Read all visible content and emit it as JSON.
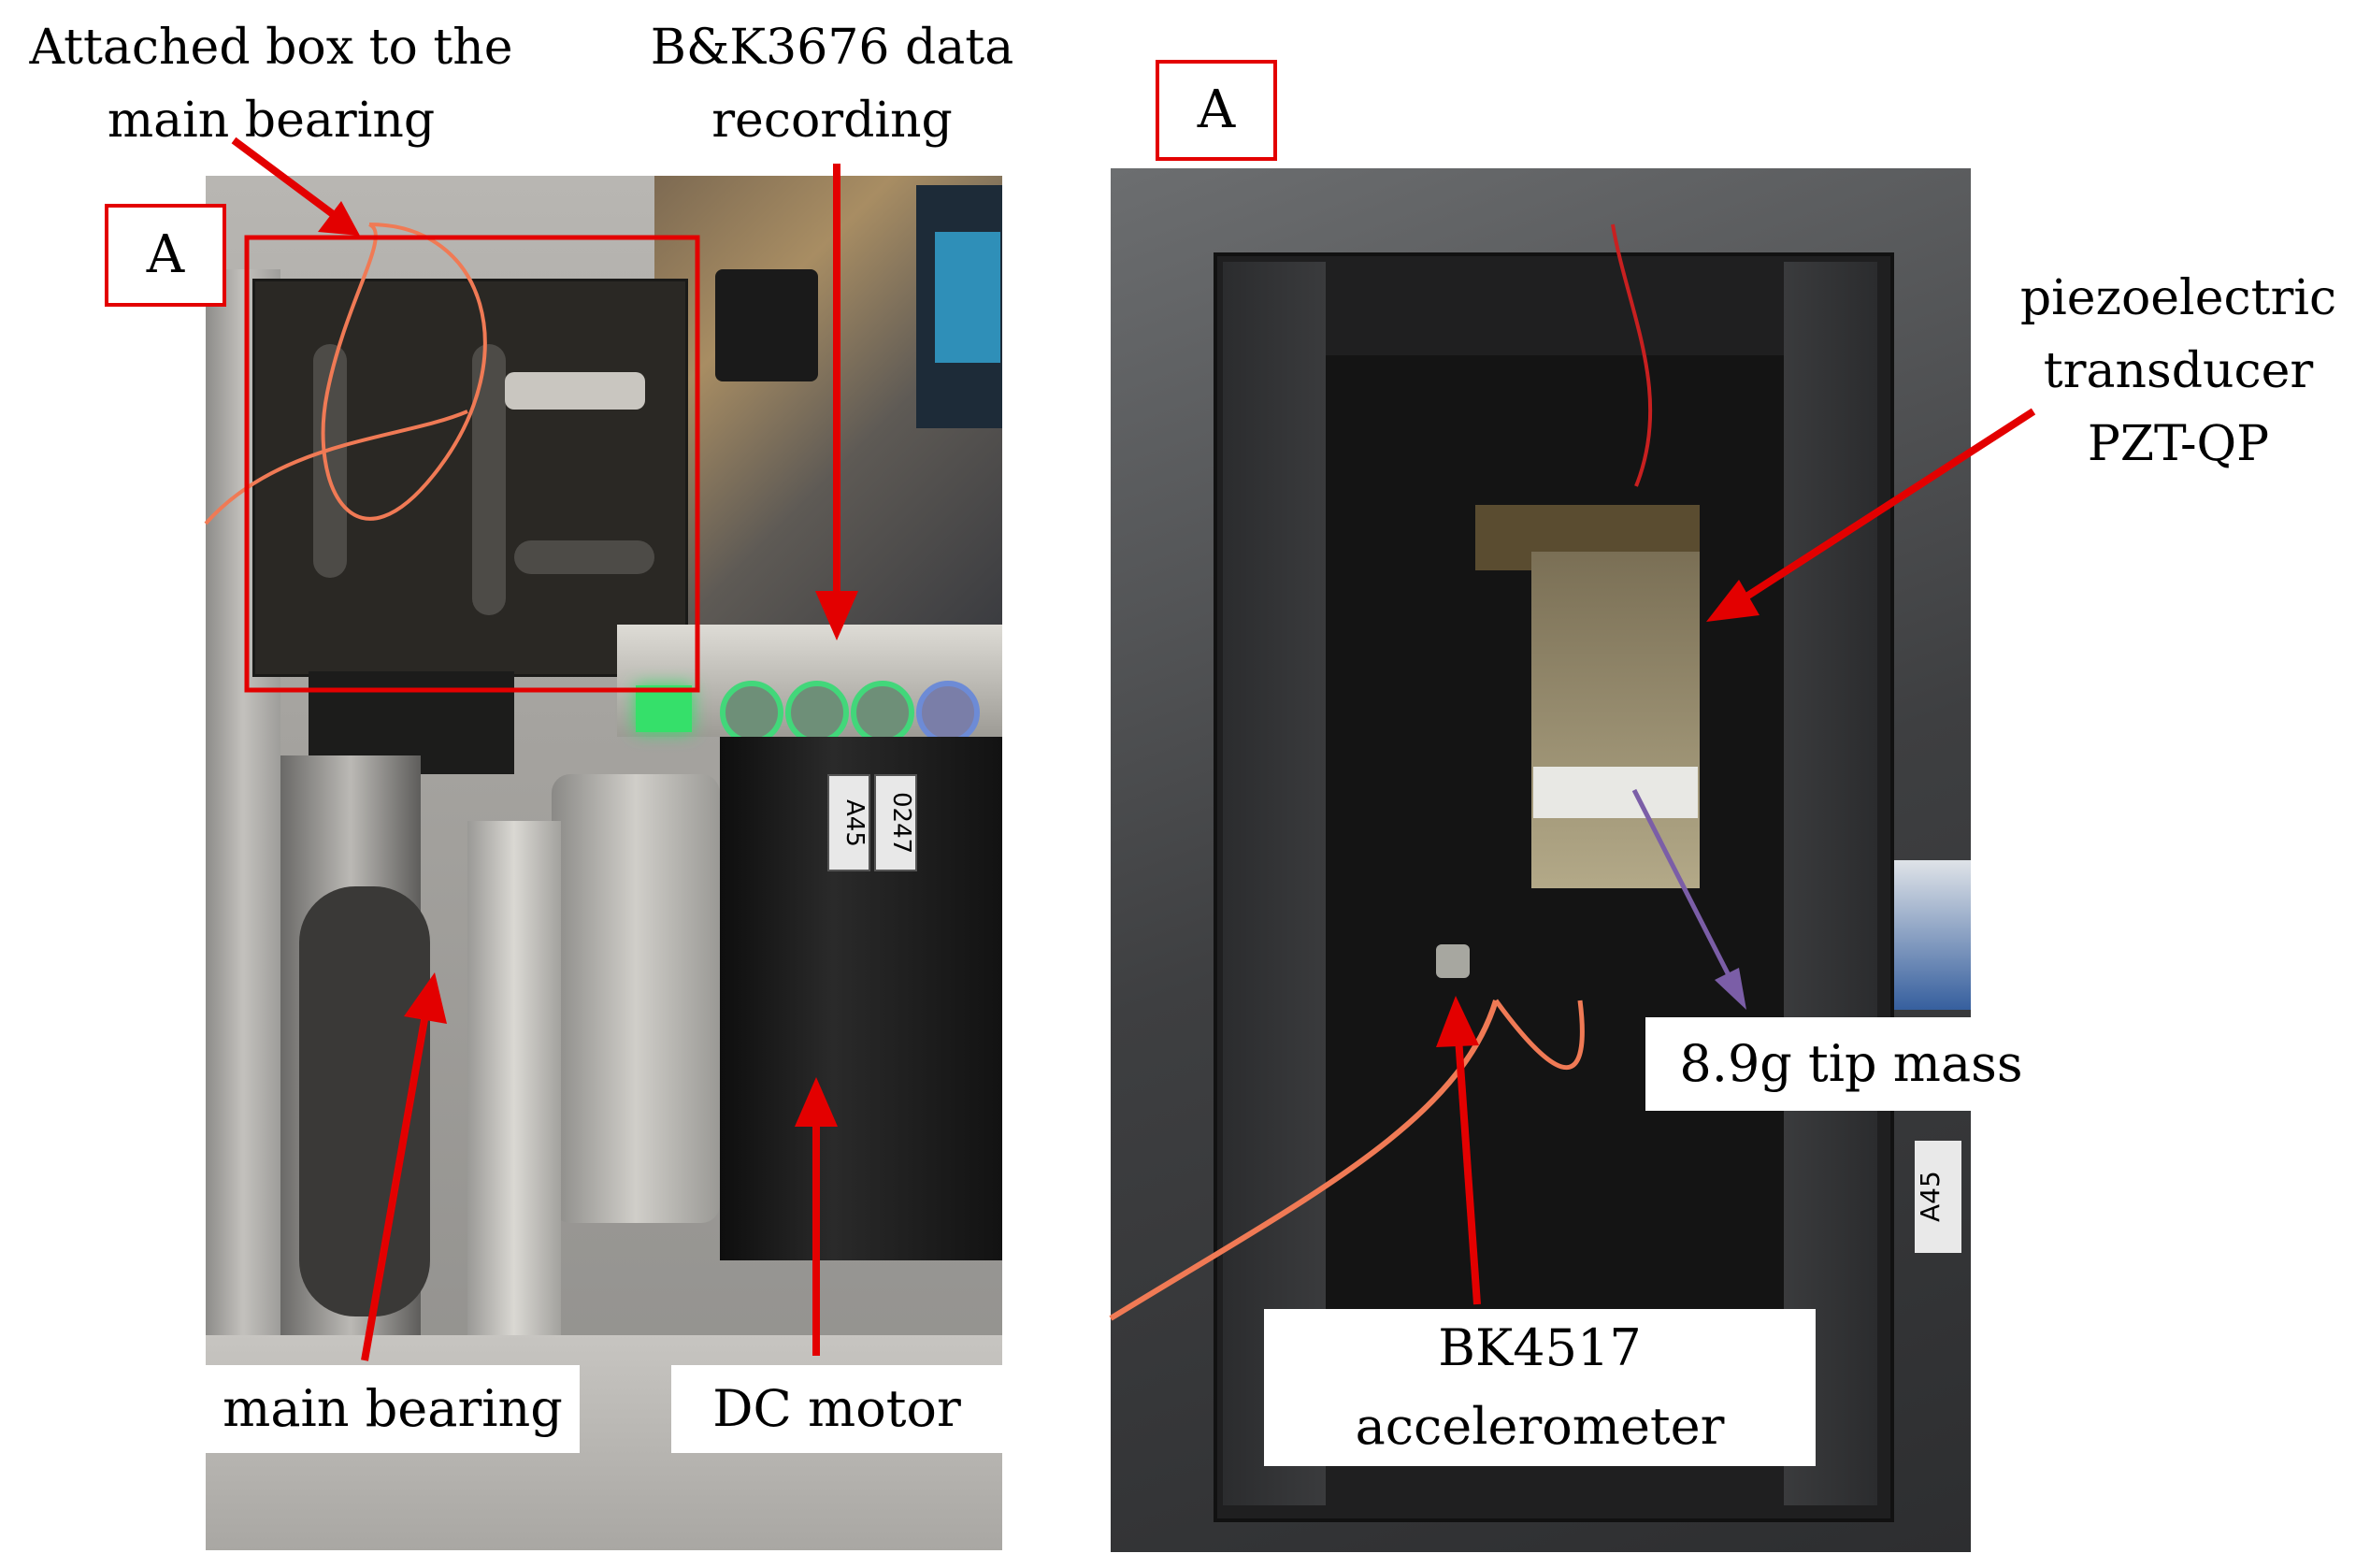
{
  "left_photo": {
    "callouts": {
      "attached_box_line1": "Attached box to the",
      "attached_box_line2": "main bearing",
      "daq_line1": "B&K3676 data",
      "daq_line2": "recording",
      "region_marker": "A",
      "main_bearing": "main bearing",
      "dc_motor": "DC motor"
    },
    "sticker_a45": "A45",
    "sticker_0247": "0247"
  },
  "right_photo": {
    "callouts": {
      "region_marker": "A",
      "transducer_line1": "piezoelectric",
      "transducer_line2": "transducer",
      "transducer_line3": "PZT-QP",
      "tip_mass": "8.9g tip mass",
      "accelerometer_line1": "BK4517",
      "accelerometer_line2": "accelerometer"
    },
    "sticker_a45": "A45"
  },
  "colors": {
    "annotation_red": "#e30000",
    "annotation_purple": "#7b5ea7"
  }
}
